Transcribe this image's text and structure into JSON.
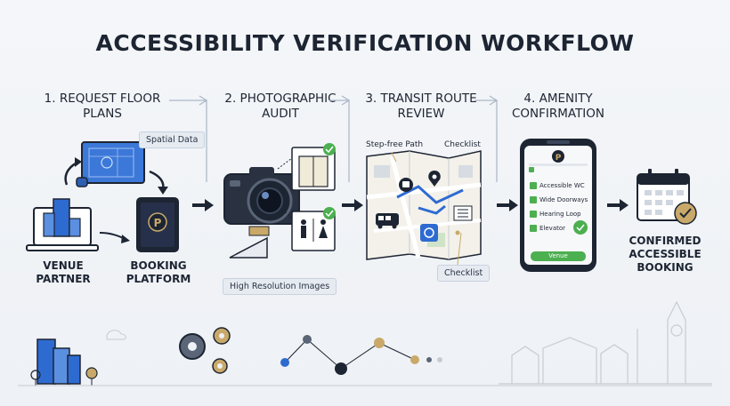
{
  "title": "ACCESSIBILITY VERIFICATION WORKFLOW",
  "steps": [
    {
      "title": "1. REQUEST FLOOR PLANS"
    },
    {
      "title": "2. PHOTOGRAPHIC AUDIT"
    },
    {
      "title": "3. TRANSIT ROUTE REVIEW"
    },
    {
      "title": "4. AMENITY CONFIRMATION"
    }
  ],
  "nodes": {
    "venue_partner": "VENUE PARTNER",
    "booking_platform": "BOOKING PLATFORM",
    "confirmed": "CONFIRMED ACCESSIBLE BOOKING"
  },
  "callouts": {
    "spatial_data": "Spatial Data",
    "high_res": "High Resolution Images",
    "step_free": "Step-free Path",
    "checklist_top": "Checklist",
    "checklist_bottom": "Checklist"
  },
  "phone": {
    "items": [
      "Accessible WC",
      "Wide Doorways",
      "Hearing Loop",
      "Elevator"
    ],
    "button": "Venue"
  },
  "colors": {
    "navy": "#1d2533",
    "blue": "#2e6bd1",
    "green": "#4caf50",
    "gold": "#c9a969"
  }
}
